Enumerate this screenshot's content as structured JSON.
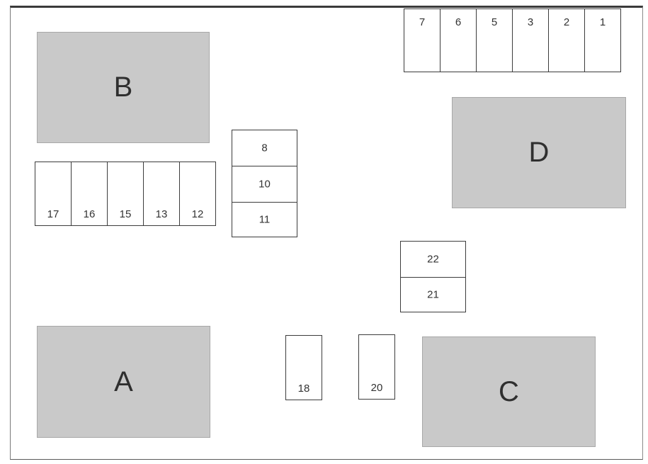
{
  "blocks": {
    "a": {
      "label": "A"
    },
    "b": {
      "label": "B"
    },
    "c": {
      "label": "C"
    },
    "d": {
      "label": "D"
    }
  },
  "slots": {
    "s1": "1",
    "s2": "2",
    "s3": "3",
    "s5": "5",
    "s6": "6",
    "s7": "7",
    "s8": "8",
    "s10": "10",
    "s11": "11",
    "s12": "12",
    "s13": "13",
    "s15": "15",
    "s16": "16",
    "s17": "17",
    "s18": "18",
    "s20": "20",
    "s21": "21",
    "s22": "22"
  }
}
